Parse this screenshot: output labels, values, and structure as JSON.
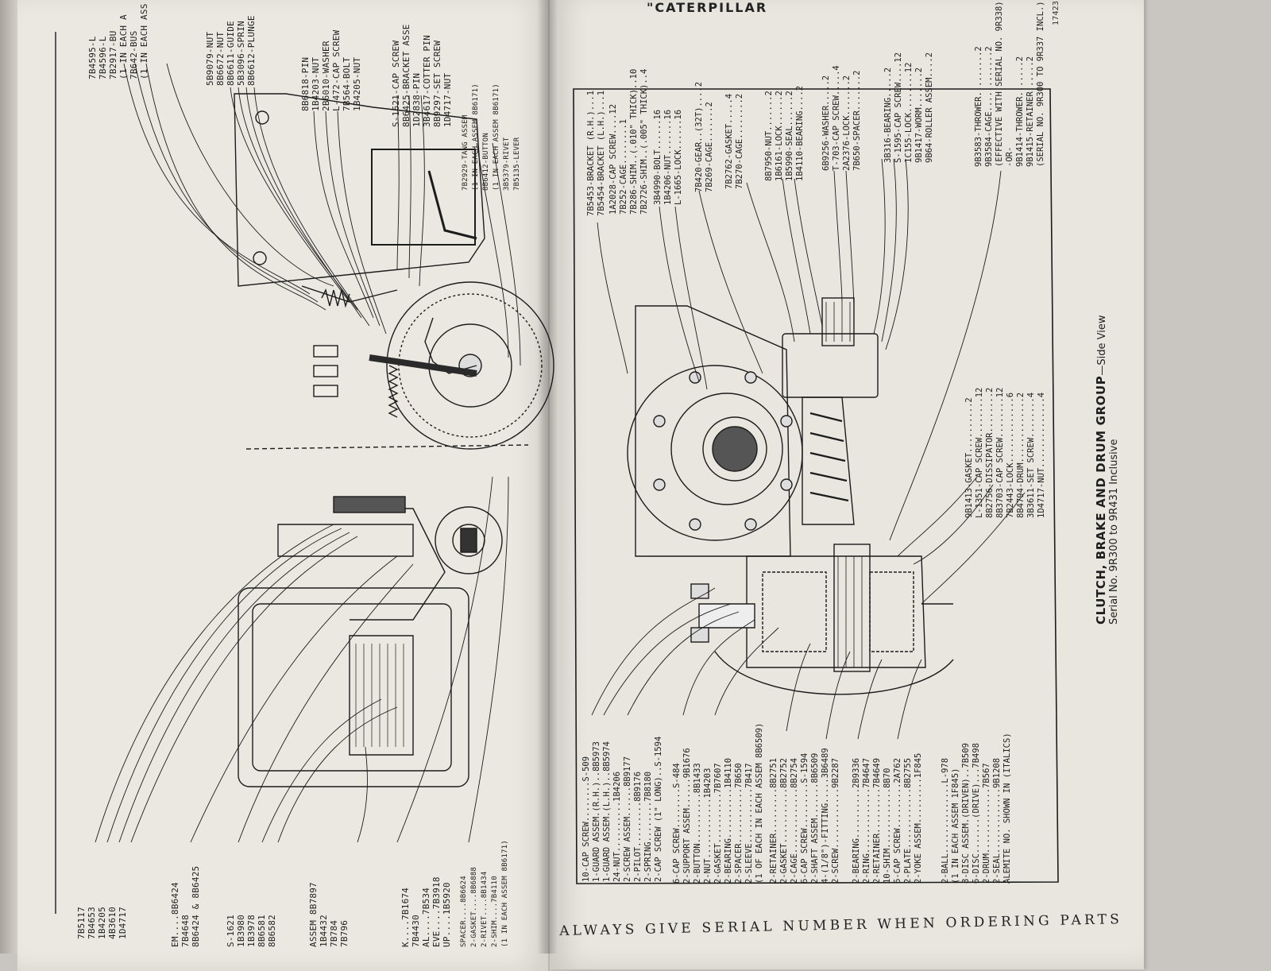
{
  "header": {
    "brand": "\"CATERPILLAR",
    "page_number": "17423"
  },
  "title": {
    "main": "CLUTCH, BRAKE AND DRUM GROUP",
    "side": "—Side View",
    "serial": "Serial No. 9R300 to 9R431 Inclusive"
  },
  "footer": "ALWAYS GIVE SERIAL NUMBER WHEN ORDERING PARTS",
  "left_page": {
    "top_callouts": [
      "7B4595-L",
      "7B4596-L",
      "7B2917-BU",
      "(1 IN EACH A",
      "7B642-BUS",
      "(1 IN EACH ASS"
    ],
    "group_2": [
      "5B9079-NUT",
      "8B6672-NUT",
      "8B6611-GUIDE",
      "5B3096-SPRIN",
      "8B6612-PLUNGE"
    ],
    "group_3": [
      "8B6818-PIN",
      "1B4203-NUT",
      "2B6010-WASHER",
      "L-472-CAP SCREW",
      "7B564-BOLT",
      "1B4205-NUT"
    ],
    "group_4": [
      "S-1621-CAP SCREW",
      "8B6425-BRACKET ASSE",
      "1D2838-PIN",
      "3B4617-COTTER PIN",
      "8B9297-SET SCREW",
      "1D4717-NUT"
    ],
    "group_5": [
      "7B2929-TANG ASSEM",
      "(1 IN EACH ASSEM 8B6171)",
      "8B6412-BUTTON",
      "(1 IN EACH ASSEM 8B6171)",
      "3B5379-RIVET",
      "7B5135-LEVER"
    ],
    "bottom_callouts_1": [
      "7B5117",
      "7B4653",
      "1B4205",
      "4B3610",
      "1D4717"
    ],
    "bottom_callouts_2": [
      "EM....8B6424",
      "7B4648",
      "8B6424 & 8B6425"
    ],
    "bottom_callouts_3": [
      "S-1621",
      "1B3980",
      "1B3978",
      "8B6581",
      "8B6582"
    ],
    "bottom_callouts_4": [
      "ASSEM 8B7897",
      "1B4432",
      "7B784",
      "7B796"
    ],
    "bottom_callouts_5": [
      "K....7B1674",
      "7B4430",
      "AL....7B534",
      "EVE....7B3918",
      "UP....1B5920"
    ],
    "bottom_callouts_6": [
      "SPACER....8B6624",
      "2-GASKET....8B6888",
      "2-RIVET....8B1434",
      "2-SHIM....7B4110",
      "(1 IN EACH ASSEM 8B6171)"
    ]
  },
  "right_page": {
    "top_group_1": [
      "7B5453-BRACKET (R.H.)...1",
      "7B5454-BRACKET (L.H.)...1"
    ],
    "top_group_2": [
      "1A2028-CAP SCREW....12",
      "7B252-CAGE........1",
      "7B286-SHIM..(.010\" THICK)..10",
      "7B2726-SHIM..(.005\" THICK)..4"
    ],
    "top_group_3": [
      "3B4990-BOLT......16",
      "1B4206-NUT.......16",
      "L-1665-LOCK......16"
    ],
    "top_group_4": [
      "7B420-GEAR..(32T)....2",
      "7B269-CAGE.......2"
    ],
    "top_group_5": [
      "7B2762-GASKET.....4",
      "7B270-CAGE........2"
    ],
    "top_group_6": [
      "8B7950-NUT.......2",
      "1B6161-LOCK......2",
      "1B5990-SEAL......2",
      "1B4110-BEARING....2"
    ],
    "top_group_7": [
      "6B9256-WASHER.....2",
      "T-703-CAP SCREW.....4",
      "2A2376-LOCK.......2",
      "7B650-SPACER.......2"
    ],
    "top_group_8": [
      "3B316-BEARING.....2",
      "S-1595-CAP SCREW....12",
      "1C155-LOCK........12",
      "9B1417-WORM.......2",
      "9B64-ROLLER ASSEM....2"
    ],
    "top_group_9": [
      "9B3583-THROWER.........2",
      "9B3584-CAGE............2",
      "(EFFECTIVE WITH SERIAL NO. 9R338)",
      "-OR-",
      "9B1414-THROWER.......2",
      "9B1415-RETAINER......2",
      "(SERIAL NO. 9R300 TO 9R337 INCL.)"
    ],
    "right_group": [
      "9B1413-GASKET..........2",
      "L-1351-CAP SCREW........12",
      "8B2756-DISSIPATOR........2",
      "8B3703-CAP SCREW........12",
      "7B2443-LOCK.............6",
      "8B4794-DRUM.............2",
      "3B3611-SET SCREW........4",
      "1D4717-NUT..............4"
    ],
    "bottom_group_1": [
      "10-CAP SCREW........S-509",
      "1-GUARD ASSEM.(R.H.)..8B5973",
      "1-GUARD ASSEM.(L.H.)..8B5974",
      "24-NUT..........1B4206",
      "2-SCREW ASSEM......8B9177",
      "2-PILOT.........8B9176",
      "2-SPRING........7B8180",
      "2-CAP SCREW (1\" LONG)..S-1594"
    ],
    "bottom_group_2": [
      "6-CAP SCREW........S-484",
      "2-SUPPORT ASSEM......9B1676",
      "2-BUTTON..........8B1433",
      "2-NUT............1B4203",
      "2-GASKET..........7B7607",
      "2-BEARING..........1B4110",
      "2-SPACER...........7B650",
      "2-SLEEVE...........7B417",
      "(1 OF EACH IN EACH ASSEM 8B6509)"
    ],
    "bottom_group_3": [
      "2-RETAINER.........8B2751",
      "2-GASKET...........8B2752",
      "2-CAGE.............8B2754",
      "6-CAP SCREW.........S-1594",
      "2-SHAFT ASSEM.......8B6509",
      "4-(1/8\")-FITTING.....3B6489",
      "2-SCREW............9B2287"
    ],
    "bottom_group_4": [
      "2-BEARING..........2B9336",
      "2-RING.............7B4647",
      "2-RETAINER.........7B4649",
      "10-SHIM............8B70",
      "6-CAP SCREW.........2A762",
      "2-PLATE............8B2755",
      "2-YOKE ASSEM.........1F845"
    ],
    "bottom_group_5": [
      "2-BALL..............L-978",
      "(1 IN EACH ASSEM 1F845)",
      "8-DISC ASSEM.(DRIVEN)..7B509",
      "6-DISC.......(DRIVE)...7B498",
      "2-DRUM.............7B567",
      "2-SEAL.............9B1208",
      "ALEMITE NO. SHOWN IN (ITALICS)"
    ]
  }
}
